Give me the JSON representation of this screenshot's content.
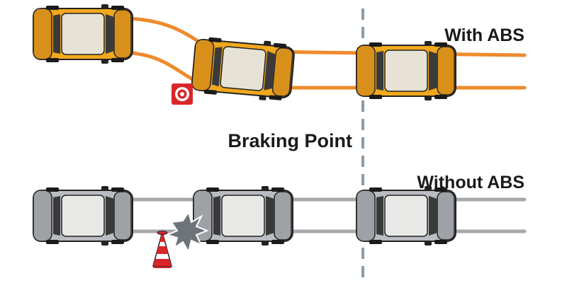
{
  "labels": {
    "with_abs": "With ABS",
    "without_abs": "Without ABS",
    "braking_point": "Braking Point"
  },
  "colors": {
    "abs_car_body": "#f2a81d",
    "abs_car_shade": "#d9901a",
    "abs_path": "#ef8a2c",
    "noabs_car_body": "#b9bcc0",
    "noabs_car_shade": "#9ea2a6",
    "noabs_path": "#a5a8ab",
    "divider": "#8a9ba8",
    "warning_red": "#d9262b",
    "impact": "#6e7479",
    "label_text": "#1a1a1a"
  },
  "icons": {
    "target": "target-icon",
    "cone": "traffic-cone-icon",
    "impact": "collision-burst-icon"
  }
}
